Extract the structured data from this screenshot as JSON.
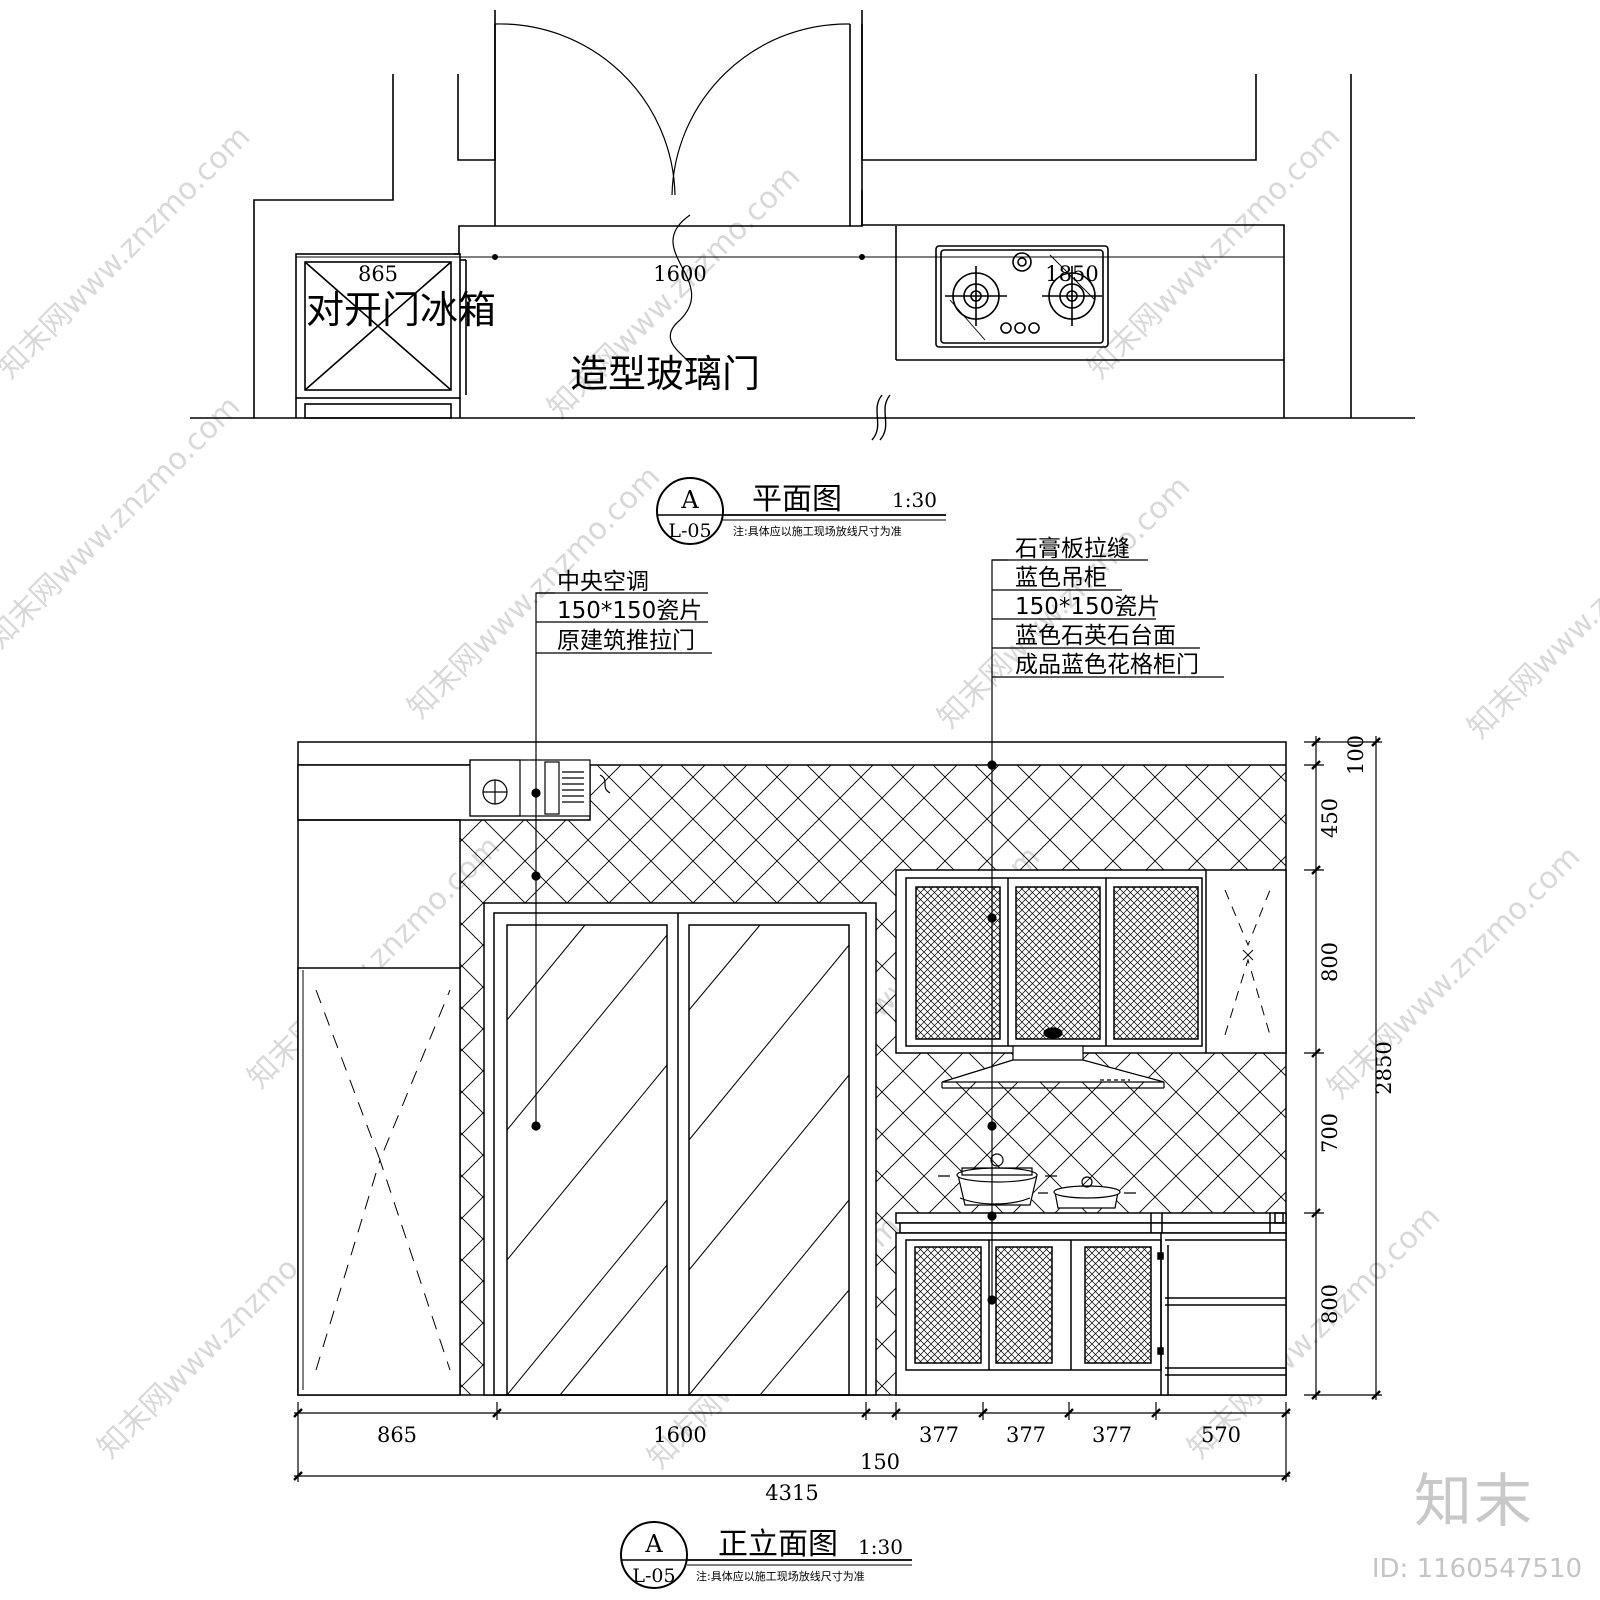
{
  "plan": {
    "fridge_label": "对开门冰箱",
    "door_label": "造型玻璃门",
    "dims": [
      "865",
      "1600",
      "1850"
    ],
    "title": "平面图",
    "scale": "1:30",
    "ref_letter": "A",
    "ref_sheet": "L-05",
    "note": "注:具体应以施工现场放线尺寸为准"
  },
  "elevation": {
    "left_callouts": [
      "中央空调",
      "150*150瓷片",
      "原建筑推拉门"
    ],
    "right_callouts": [
      "石膏板拉缝",
      "蓝色吊柜",
      "150*150瓷片",
      "蓝色石英石台面",
      "成品蓝色花格柜门"
    ],
    "bottom_dims": [
      "865",
      "1600",
      "377",
      "377",
      "377",
      "570"
    ],
    "mid_dim": "150",
    "total_dim": "4315",
    "right_dims": [
      "100",
      "450",
      "800",
      "700",
      "800"
    ],
    "height_total": "2850",
    "title": "正立面图",
    "scale": "1:30",
    "ref_letter": "A",
    "ref_sheet": "L-05",
    "note": "注:具体应以施工现场放线尺寸为准"
  },
  "watermark": {
    "text": "知末网www.znzmo.com",
    "brand": "知末",
    "id": "ID: 1160547510"
  }
}
